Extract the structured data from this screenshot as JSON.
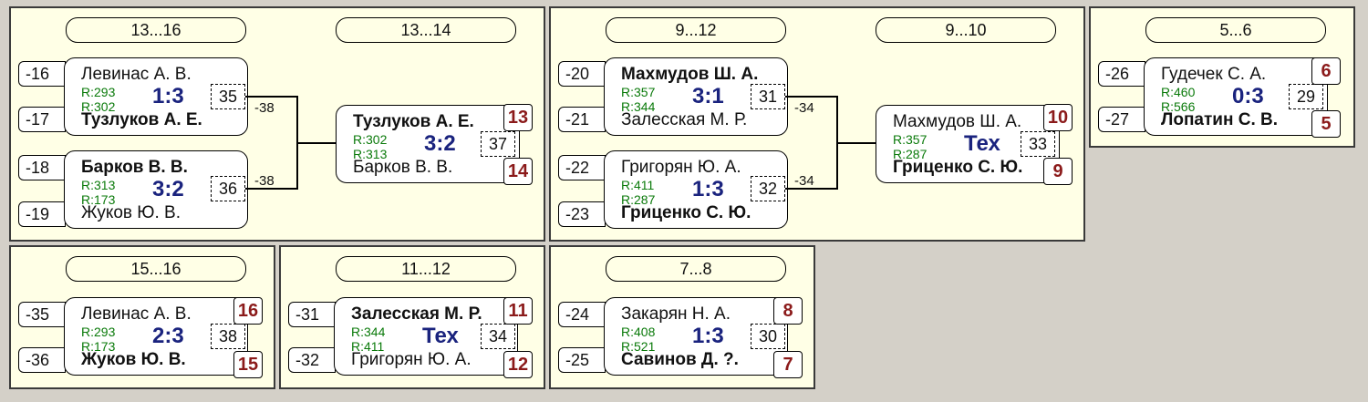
{
  "panels": {
    "p13_16": {
      "title": "13...16"
    },
    "p13_14": {
      "title": "13...14"
    },
    "p9_12": {
      "title": "9...12"
    },
    "p9_10": {
      "title": "9...10"
    },
    "p5_6": {
      "title": "5...6"
    },
    "p15_16": {
      "title": "15...16"
    },
    "p11_12": {
      "title": "11...12"
    },
    "p7_8": {
      "title": "7...8"
    }
  },
  "matches": {
    "m35": {
      "seed_top": "-16",
      "seed_bot": "-17",
      "p1": "Левинас А. В.",
      "p2": "Тузлуков А. Е.",
      "r1": "R:293",
      "r2": "R:302",
      "score": "1:3",
      "no": "35",
      "loser_to": "-38"
    },
    "m36": {
      "seed_top": "-18",
      "seed_bot": "-19",
      "p1": "Барков В. В.",
      "p2": "Жуков Ю. В.",
      "r1": "R:313",
      "r2": "R:173",
      "score": "3:2",
      "no": "36",
      "loser_to": "-38"
    },
    "m37": {
      "p1": "Тузлуков А. Е.",
      "p2": "Барков В. В.",
      "r1": "R:302",
      "r2": "R:313",
      "score": "3:2",
      "no": "37",
      "place_top": "13",
      "place_bot": "14"
    },
    "m31": {
      "seed_top": "-20",
      "seed_bot": "-21",
      "p1": "Махмудов Ш. А.",
      "p2": "Залесская М. Р.",
      "r1": "R:357",
      "r2": "R:344",
      "score": "3:1",
      "no": "31",
      "loser_to": "-34"
    },
    "m32": {
      "seed_top": "-22",
      "seed_bot": "-23",
      "p1": "Григорян Ю. А.",
      "p2": "Гриценко С. Ю.",
      "r1": "R:411",
      "r2": "R:287",
      "score": "1:3",
      "no": "32",
      "loser_to": "-34"
    },
    "m33": {
      "p1": "Махмудов Ш. А.",
      "p2": "Гриценко С. Ю.",
      "r1": "R:357",
      "r2": "R:287",
      "score": "Тех",
      "no": "33",
      "place_top": "10",
      "place_bot": "9"
    },
    "m29": {
      "seed_top": "-26",
      "seed_bot": "-27",
      "p1": "Гудечек С. А.",
      "p2": "Лопатин С. В.",
      "r1": "R:460",
      "r2": "R:566",
      "score": "0:3",
      "no": "29",
      "place_top": "6",
      "place_bot": "5"
    },
    "m38": {
      "seed_top": "-35",
      "seed_bot": "-36",
      "p1": "Левинас А. В.",
      "p2": "Жуков Ю. В.",
      "r1": "R:293",
      "r2": "R:173",
      "score": "2:3",
      "no": "38",
      "place_top": "16",
      "place_bot": "15"
    },
    "m34": {
      "seed_top": "-31",
      "seed_bot": "-32",
      "p1": "Залесская М. Р.",
      "p2": "Григорян Ю. А.",
      "r1": "R:344",
      "r2": "R:411",
      "score": "Тех",
      "no": "34",
      "place_top": "11",
      "place_bot": "12"
    },
    "m30": {
      "seed_top": "-24",
      "seed_bot": "-25",
      "p1": "Закарян Н. А.",
      "p2": "Савинов Д. ?.",
      "r1": "R:408",
      "r2": "R:521",
      "score": "1:3",
      "no": "30",
      "place_top": "8",
      "place_bot": "7"
    }
  }
}
